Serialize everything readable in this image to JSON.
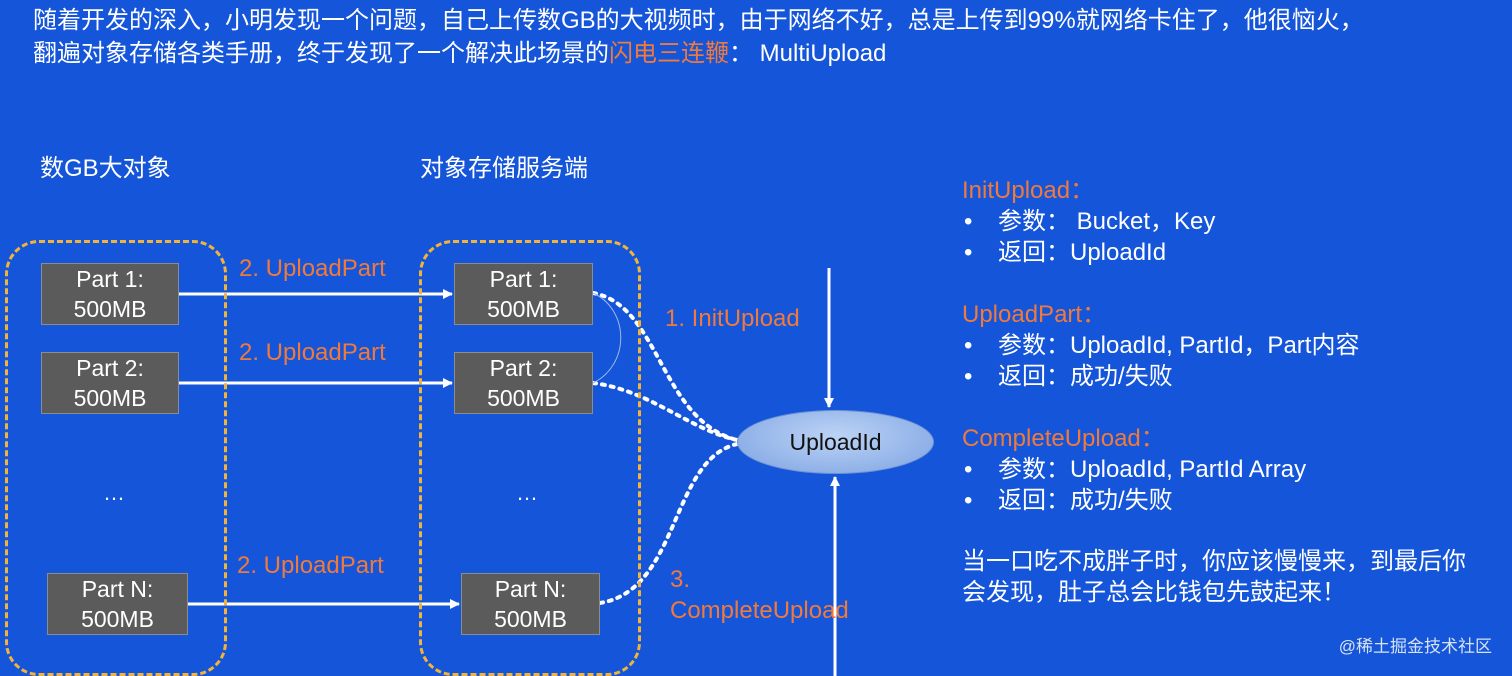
{
  "intro": {
    "line1": "随着开发的深入，小明发现一个问题，自己上传数GB的大视频时，由于网络不好，总是上传到99%就网络卡住了，他很恼火，",
    "line2_prefix": "翻遍对象存储各类手册，终于发现了一个解决此场景的",
    "line2_highlight": "闪电三连鞭",
    "line2_suffix": "： MultiUpload"
  },
  "left_header": "数GB大对象",
  "right_header": "对象存储服务端",
  "client_parts": [
    {
      "line1": "Part 1:",
      "line2": "500MB"
    },
    {
      "line1": "Part 2:",
      "line2": "500MB"
    },
    {
      "line1": "Part N:",
      "line2": "500MB"
    }
  ],
  "server_parts": [
    {
      "line1": "Part 1:",
      "line2": "500MB"
    },
    {
      "line1": "Part 2:",
      "line2": "500MB"
    },
    {
      "line1": "Part N:",
      "line2": "500MB"
    }
  ],
  "ellipsis": "…",
  "upload_part_label": "2. UploadPart",
  "init_label": "1. InitUpload",
  "complete_label_1": "3.",
  "complete_label_2": "CompleteUpload",
  "center_node": "UploadId",
  "apis": [
    {
      "title": "InitUpload：",
      "items": [
        "参数： Bucket，Key",
        "返回：UploadId"
      ]
    },
    {
      "title": "UploadPart：",
      "items": [
        "参数：UploadId, PartId，Part内容",
        "返回：成功/失败"
      ]
    },
    {
      "title": "CompleteUpload：",
      "items": [
        "参数：UploadId, PartId Array",
        "返回：成功/失败"
      ]
    }
  ],
  "bullet_char": "•",
  "summary": {
    "line1": "当一口吃不成胖子时，你应该慢慢来，到最后你",
    "line2": "会发现，肚子总会比钱包先鼓起来！"
  },
  "footer": "@稀土掘金技术社区",
  "colors": {
    "background": "#1455d9",
    "accent": "#f07a3c",
    "dash": "#f2b33a",
    "part_box": "#5b5b5b"
  }
}
